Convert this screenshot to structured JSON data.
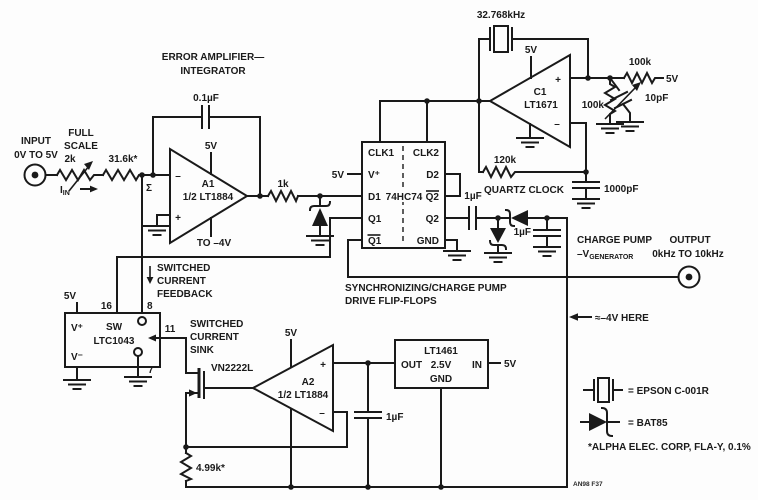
{
  "input": {
    "t1": "INPUT",
    "t2": "0V TO 5V",
    "full": "FULL",
    "scale": "SCALE",
    "pot": "2k",
    "res": "31.6k*",
    "i_base": "I",
    "i_sub": "IN",
    "sigma": "Σ"
  },
  "erramp": {
    "t1": "ERROR AMPLIFIER—",
    "t2": "INTEGRATOR",
    "cap": "0.1µF",
    "v": "5V",
    "name": "A1",
    "part": "1/2 LT1884",
    "vneg": "TO –4V",
    "plus": "+",
    "minus": "–",
    "res": "1k"
  },
  "ff": {
    "v": "5V",
    "clk1": "CLK1",
    "vpin": "V⁺",
    "d1": "D1",
    "q1": "Q1",
    "q1b": "Q1",
    "clk2": "CLK2",
    "d2": "D2",
    "q2b": "Q2",
    "q2": "Q2",
    "gnd": "GND",
    "name": "74HC74",
    "cap1": "SYNCHRONIZING/CHARGE PUMP",
    "cap2": "DRIVE FLIP-FLOPS"
  },
  "osc": {
    "xtal": "32.768kHz",
    "v": "5V",
    "name": "C1",
    "part": "LT1671",
    "plus": "+",
    "minus": "–",
    "r_fb": "120k",
    "c_fb": "1000pF",
    "caption": "QUARTZ CLOCK",
    "r_top": "100k",
    "r_bias": "100k",
    "v2": "5V",
    "trim": "10pF"
  },
  "pump": {
    "c1": "1µF",
    "c2": "1µF",
    "t1": "CHARGE PUMP",
    "t2_base": "–V",
    "t2_sub": "GENERATOR",
    "note": "≈–4V HERE"
  },
  "out": {
    "t1": "OUTPUT",
    "t2": "0kHz TO 10kHz"
  },
  "ltc1043": {
    "v": "5V",
    "vp": "V⁺",
    "vm": "V⁻",
    "sw": "SW",
    "part": "LTC1043",
    "p16": "16",
    "p8": "8",
    "p11": "11",
    "p7": "7"
  },
  "fb_note": {
    "l1": "SWITCHED",
    "l2": "CURRENT",
    "l3": "FEEDBACK"
  },
  "sink_note": {
    "l1": "SWITCHED",
    "l2": "CURRENT",
    "l3": "SINK"
  },
  "fet": {
    "part": "VN2222L"
  },
  "a2": {
    "v": "5V",
    "name": "A2",
    "part": "1/2 LT1884",
    "plus": "+",
    "minus": "–",
    "res": "4.99k*",
    "cap": "1µF"
  },
  "ref": {
    "name": "LT1461",
    "out": "OUT",
    "vout": "2.5V",
    "in": "IN",
    "gnd": "GND",
    "v": "5V"
  },
  "legend": {
    "xtal": "= EPSON C-001R",
    "diode": "= BAT85",
    "note": "*ALPHA ELEC. CORP, FLA-Y, 0.1%",
    "fig": "AN98 F37"
  }
}
